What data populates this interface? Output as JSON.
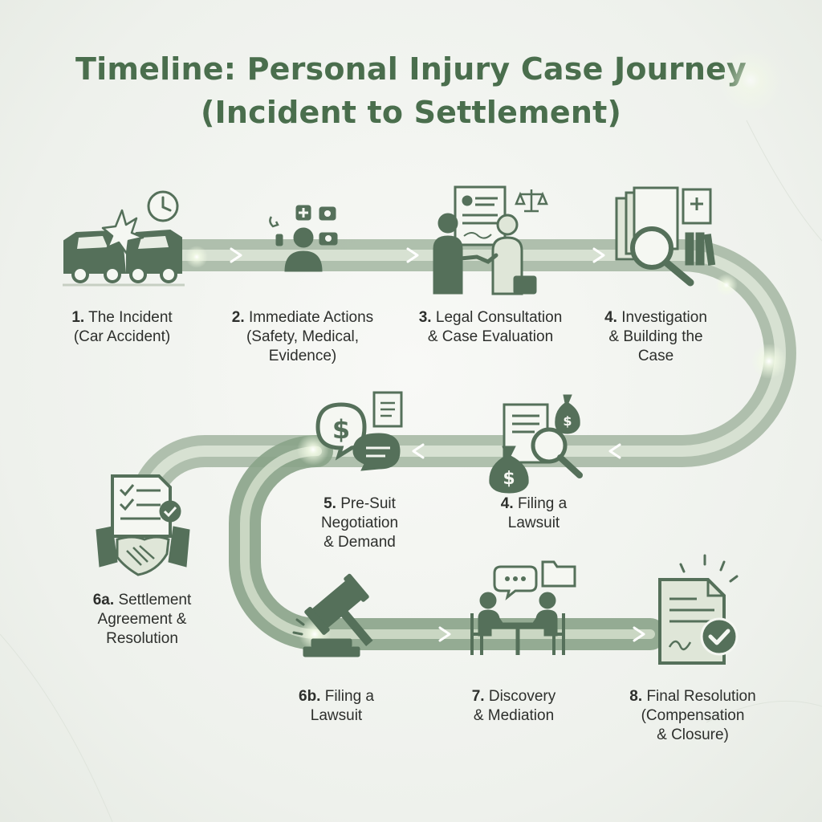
{
  "title": {
    "line1": "Timeline: Personal Injury Case Journey",
    "line2": "(Incident to Settlement)"
  },
  "colors": {
    "title": "#4a6e4d",
    "icon_dark": "#55705a",
    "icon_light": "#dfe6d8",
    "path": "#9db19c",
    "text": "#2d2f2c"
  },
  "steps": [
    {
      "number": "1.",
      "lines": [
        "The Incident",
        "(Car Accident)"
      ],
      "icon": "car-crash-icon"
    },
    {
      "number": "2.",
      "lines": [
        "Immediate Actions",
        "(Safety, Medical,",
        "Evidence)"
      ],
      "icon": "person-phone-medical-camera-icon"
    },
    {
      "number": "3.",
      "lines": [
        "Legal Consultation",
        "& Case Evaluation"
      ],
      "icon": "handshake-lawyer-icon"
    },
    {
      "number": "4.",
      "lines": [
        "Investigation",
        "& Building the",
        "Case"
      ],
      "icon": "documents-magnifier-icon"
    },
    {
      "number": "5.",
      "lines": [
        "Pre-Suit",
        "Negotiation",
        "& Demand"
      ],
      "icon": "dollar-chat-icon"
    },
    {
      "number": "4.",
      "lines": [
        "Filing a",
        "Lawsuit"
      ],
      "icon": "money-bag-document-magnifier-icon"
    },
    {
      "number": "6a.",
      "lines": [
        "Settlement",
        "Agreement &",
        "Resolution"
      ],
      "icon": "contract-handshake-icon"
    },
    {
      "number": "6b.",
      "lines": [
        "Filing a",
        "Lawsuit"
      ],
      "icon": "gavel-icon"
    },
    {
      "number": "7.",
      "lines": [
        "Discovery",
        "& Mediation"
      ],
      "icon": "meeting-table-icon"
    },
    {
      "number": "8.",
      "lines": [
        "Final Resolution",
        "(Compensation",
        "& Closure)"
      ],
      "icon": "approved-document-icon"
    }
  ]
}
